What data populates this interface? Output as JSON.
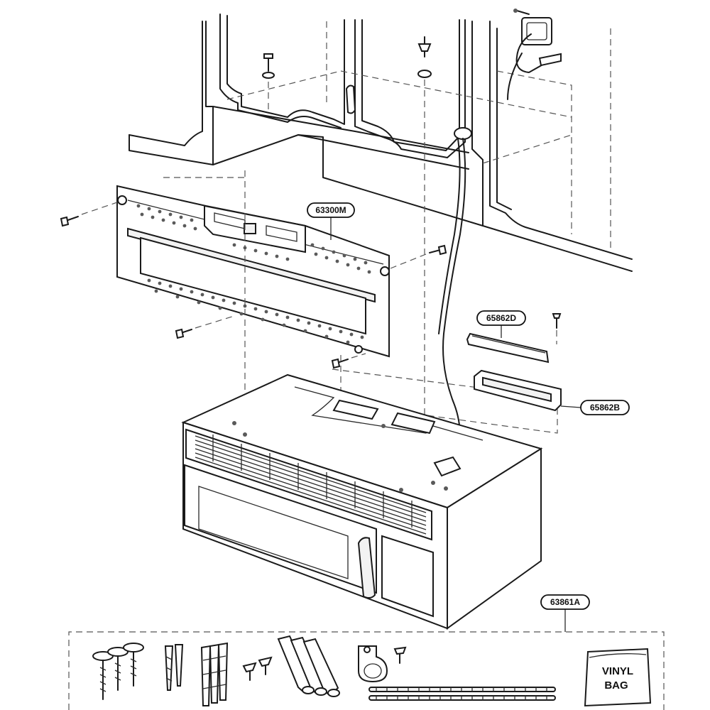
{
  "parts": [
    {
      "id": "part-mounting-plate",
      "label": "63300M"
    },
    {
      "id": "part-top-cabinet-filler-upper",
      "label": "65862D"
    },
    {
      "id": "part-top-cabinet-filler-lower",
      "label": "65862B"
    },
    {
      "id": "part-installation-kit",
      "label": "63861A"
    }
  ],
  "vinyl_bag": {
    "line1": "VINYL",
    "line2": "BAG"
  }
}
